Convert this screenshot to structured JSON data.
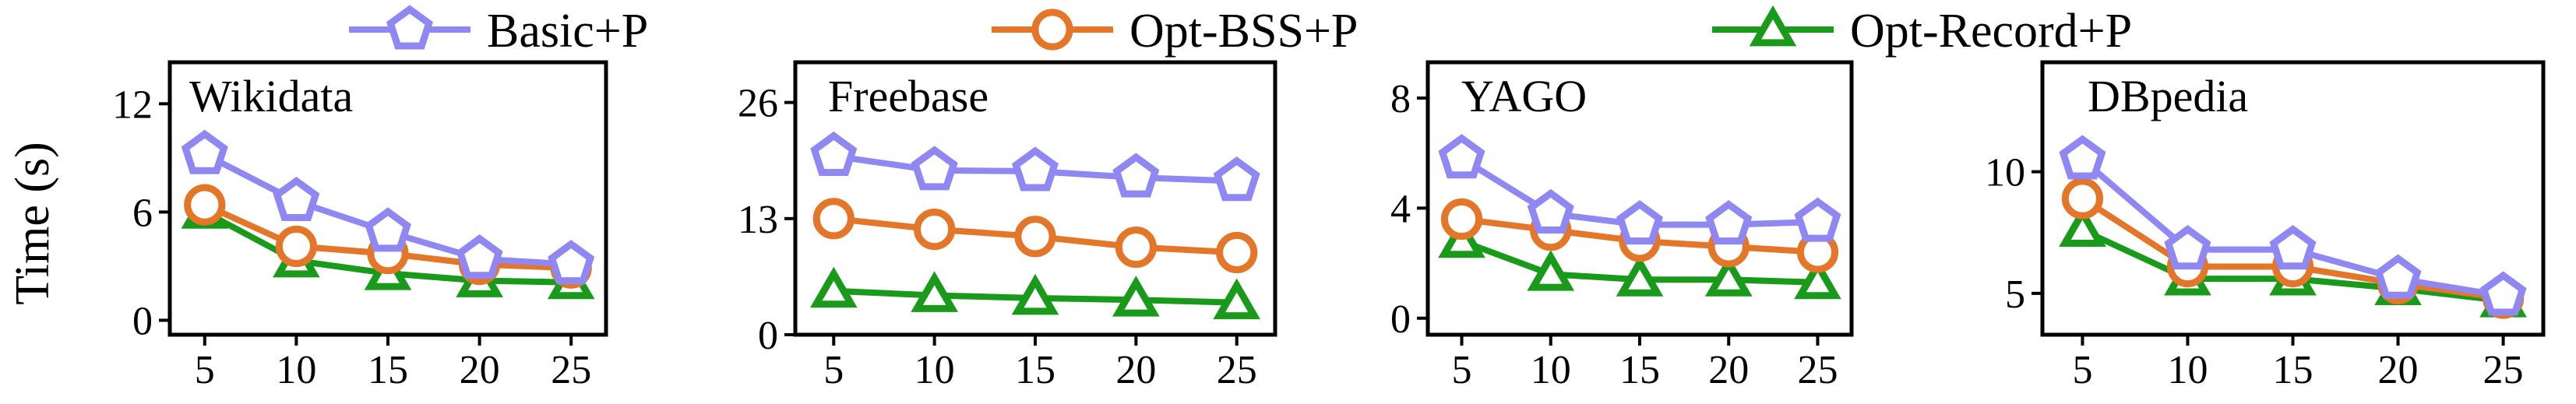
{
  "legend": [
    {
      "name": "Basic+P",
      "color": "#8f87f2",
      "marker": "pentagon"
    },
    {
      "name": "Opt-BSS+P",
      "color": "#e37628",
      "marker": "circle"
    },
    {
      "name": "Opt-Record+P",
      "color": "#1a9a1a",
      "marker": "triangle"
    }
  ],
  "ylabel": "Time (s)",
  "chart_data": [
    {
      "type": "line",
      "title": "Wikidata",
      "x": [
        5,
        10,
        15,
        20,
        25
      ],
      "ylim": [
        -0.8,
        14.3
      ],
      "yticks": [
        0,
        6,
        12
      ],
      "series": [
        {
          "name": "Basic+P",
          "values": [
            9.2,
            6.6,
            4.9,
            3.4,
            3.1
          ]
        },
        {
          "name": "Opt-BSS+P",
          "values": [
            6.4,
            4.1,
            3.7,
            3.1,
            2.9
          ]
        },
        {
          "name": "Opt-Record+P",
          "values": [
            6.0,
            3.3,
            2.6,
            2.2,
            2.1
          ]
        }
      ]
    },
    {
      "type": "line",
      "title": "Freebase",
      "x": [
        5,
        10,
        15,
        20,
        25
      ],
      "ylim": [
        0,
        30.5
      ],
      "yticks": [
        0,
        13,
        26
      ],
      "series": [
        {
          "name": "Basic+P",
          "values": [
            20.0,
            18.4,
            18.3,
            17.6,
            17.2
          ]
        },
        {
          "name": "Opt-BSS+P",
          "values": [
            13.0,
            11.8,
            11.0,
            9.8,
            9.2
          ]
        },
        {
          "name": "Opt-Record+P",
          "values": [
            4.9,
            4.4,
            4.1,
            3.9,
            3.6
          ]
        }
      ]
    },
    {
      "type": "line",
      "title": "YAGO",
      "x": [
        5,
        10,
        15,
        20,
        25
      ],
      "ylim": [
        -0.6,
        9.3
      ],
      "yticks": [
        0,
        4,
        8
      ],
      "series": [
        {
          "name": "Basic+P",
          "values": [
            5.8,
            3.8,
            3.4,
            3.4,
            3.5
          ]
        },
        {
          "name": "Opt-BSS+P",
          "values": [
            3.6,
            3.2,
            2.8,
            2.6,
            2.4
          ]
        },
        {
          "name": "Opt-Record+P",
          "values": [
            2.8,
            1.6,
            1.4,
            1.4,
            1.3
          ]
        }
      ]
    },
    {
      "type": "line",
      "title": "DBpedia",
      "x": [
        5,
        10,
        15,
        20,
        25
      ],
      "ylim": [
        3.3,
        14.5
      ],
      "yticks": [
        5,
        10
      ],
      "series": [
        {
          "name": "Basic+P",
          "values": [
            10.5,
            6.8,
            6.8,
            5.6,
            4.9
          ]
        },
        {
          "name": "Opt-BSS+P",
          "values": [
            8.9,
            6.1,
            6.1,
            5.4,
            4.8
          ]
        },
        {
          "name": "Opt-Record+P",
          "values": [
            7.6,
            5.6,
            5.6,
            5.2,
            4.7
          ]
        }
      ]
    }
  ]
}
